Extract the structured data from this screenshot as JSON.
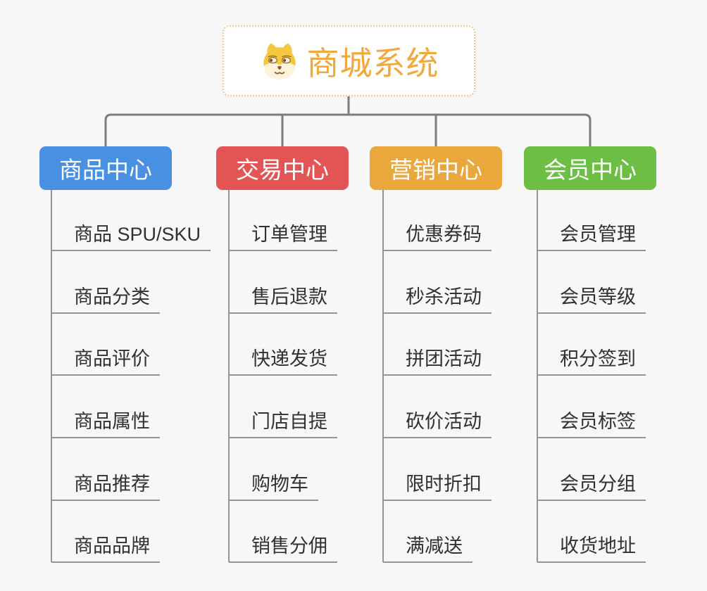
{
  "root": {
    "title": "商城系统",
    "icon": "shiba-dog-icon",
    "title_color": "#f2a83c",
    "border_color": "#f3c98b"
  },
  "branches": [
    {
      "label": "商品中心",
      "color": "#4a90e2",
      "items": [
        "商品 SPU/SKU",
        "商品分类",
        "商品评价",
        "商品属性",
        "商品推荐",
        "商品品牌"
      ]
    },
    {
      "label": "交易中心",
      "color": "#e35454",
      "items": [
        "订单管理",
        "售后退款",
        "快递发货",
        "门店自提",
        "购物车",
        "销售分佣"
      ]
    },
    {
      "label": "营销中心",
      "color": "#e9a73c",
      "items": [
        "优惠券码",
        "秒杀活动",
        "拼团活动",
        "砍价活动",
        "限时折扣",
        "满减送"
      ]
    },
    {
      "label": "会员中心",
      "color": "#6cbe45",
      "items": [
        "会员管理",
        "会员等级",
        "积分签到",
        "会员标签",
        "会员分组",
        "收货地址"
      ]
    }
  ],
  "style": {
    "connector_color": "#7c7c7c",
    "underline_color": "#949494",
    "leaf_text_color": "#303133",
    "background_color": "#f7f7f7"
  }
}
